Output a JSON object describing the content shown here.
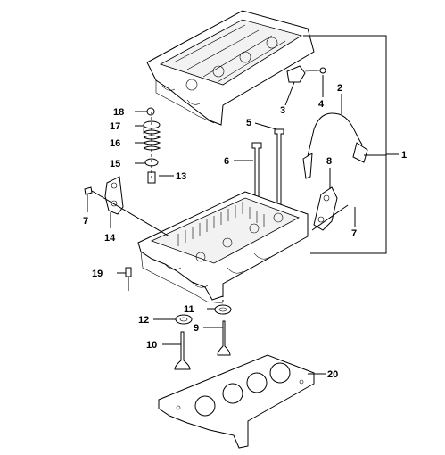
{
  "callouts": {
    "c1": "1",
    "c2": "2",
    "c3": "3",
    "c4": "4",
    "c5": "5",
    "c6": "6",
    "c7a": "7",
    "c7b": "7",
    "c8": "8",
    "c9": "9",
    "c10": "10",
    "c11": "11",
    "c12": "12",
    "c13": "13",
    "c14": "14",
    "c15": "15",
    "c16": "16",
    "c17": "17",
    "c18": "18",
    "c19": "19",
    "c20": "20"
  }
}
